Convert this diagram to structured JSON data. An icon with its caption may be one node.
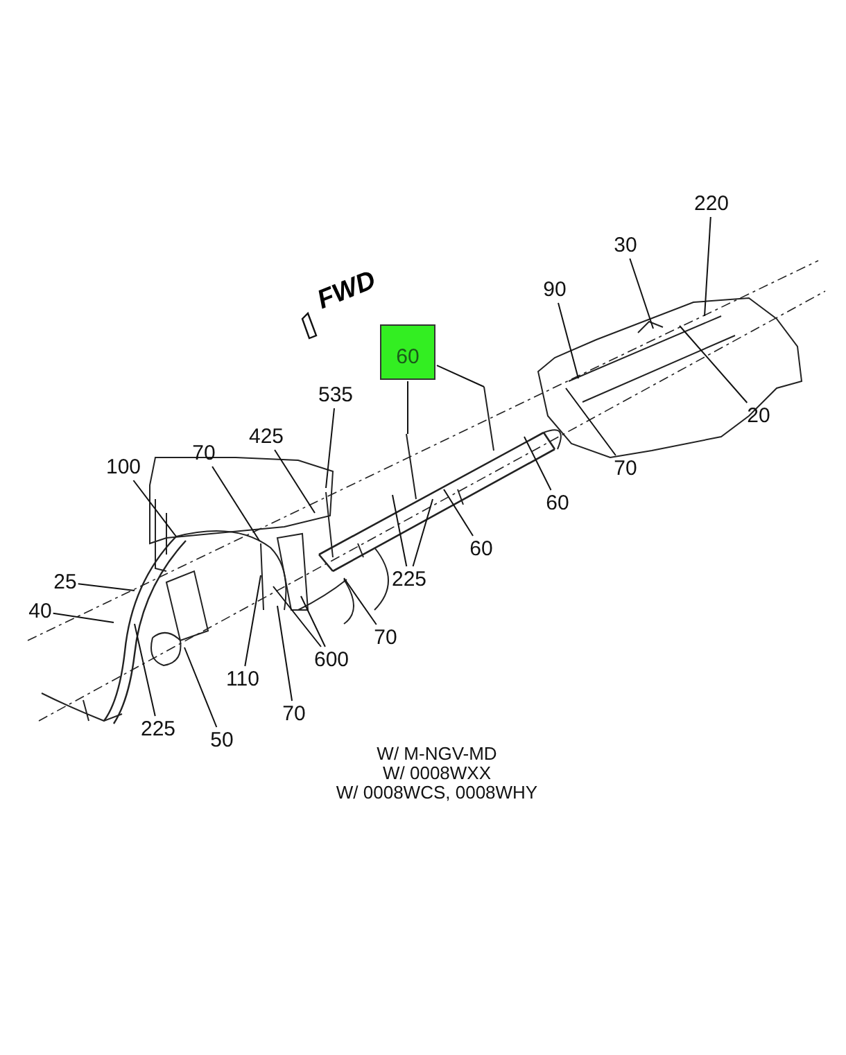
{
  "diagram": {
    "nodes": [
      {
        "text": [
          "220"
        ]
      },
      {
        "text": [
          "30"
        ]
      },
      {
        "text": [
          "90"
        ]
      },
      {
        "text": [
          "60"
        ]
      },
      {
        "text": [
          "20"
        ]
      },
      {
        "text": [
          "535"
        ]
      },
      {
        "text": [
          "425"
        ]
      },
      {
        "text": [
          "70"
        ]
      },
      {
        "text": [
          "100"
        ]
      },
      {
        "text": [
          "70"
        ]
      },
      {
        "text": [
          "60"
        ]
      },
      {
        "text": [
          "60"
        ]
      },
      {
        "text": [
          "225"
        ]
      },
      {
        "text": [
          "25"
        ]
      },
      {
        "text": [
          "40"
        ]
      },
      {
        "text": [
          "70"
        ]
      },
      {
        "text": [
          "600"
        ]
      },
      {
        "text": [
          "110"
        ]
      },
      {
        "text": [
          "70"
        ]
      },
      {
        "text": [
          "225"
        ]
      },
      {
        "text": [
          "50"
        ]
      }
    ],
    "edges": [
      {
        "from": 0,
        "to": null,
        "arrow": "none"
      },
      {
        "from": 1,
        "to": null,
        "arrow": "none"
      },
      {
        "from": 2,
        "to": null,
        "arrow": "none"
      },
      {
        "from": 3,
        "to": null,
        "arrow": "none"
      },
      {
        "from": 3,
        "to": null,
        "arrow": "none"
      },
      {
        "from": 4,
        "to": null,
        "arrow": "none"
      },
      {
        "from": 5,
        "to": null,
        "arrow": "none"
      },
      {
        "from": 6,
        "to": null,
        "arrow": "none"
      },
      {
        "from": 7,
        "to": null,
        "arrow": "none"
      },
      {
        "from": 8,
        "to": null,
        "arrow": "none"
      },
      {
        "from": 9,
        "to": null,
        "arrow": "none"
      },
      {
        "from": 10,
        "to": null,
        "arrow": "none"
      },
      {
        "from": 11,
        "to": null,
        "arrow": "none"
      },
      {
        "from": 12,
        "to": null,
        "arrow": "none"
      },
      {
        "from": 12,
        "to": null,
        "arrow": "none"
      },
      {
        "from": 13,
        "to": null,
        "arrow": "none"
      },
      {
        "from": 14,
        "to": null,
        "arrow": "none"
      },
      {
        "from": 15,
        "to": null,
        "arrow": "none"
      },
      {
        "from": 16,
        "to": null,
        "arrow": "none"
      },
      {
        "from": 16,
        "to": null,
        "arrow": "none"
      },
      {
        "from": 17,
        "to": null,
        "arrow": "none"
      },
      {
        "from": 18,
        "to": null,
        "arrow": "none"
      },
      {
        "from": 19,
        "to": null,
        "arrow": "none"
      },
      {
        "from": 20,
        "to": null,
        "arrow": "none"
      }
    ],
    "labels": [
      "FWD",
      "W/ M-NGV-MD",
      "W/ 0008WXX",
      "W/ 0008WCS, 0008WHY"
    ]
  }
}
